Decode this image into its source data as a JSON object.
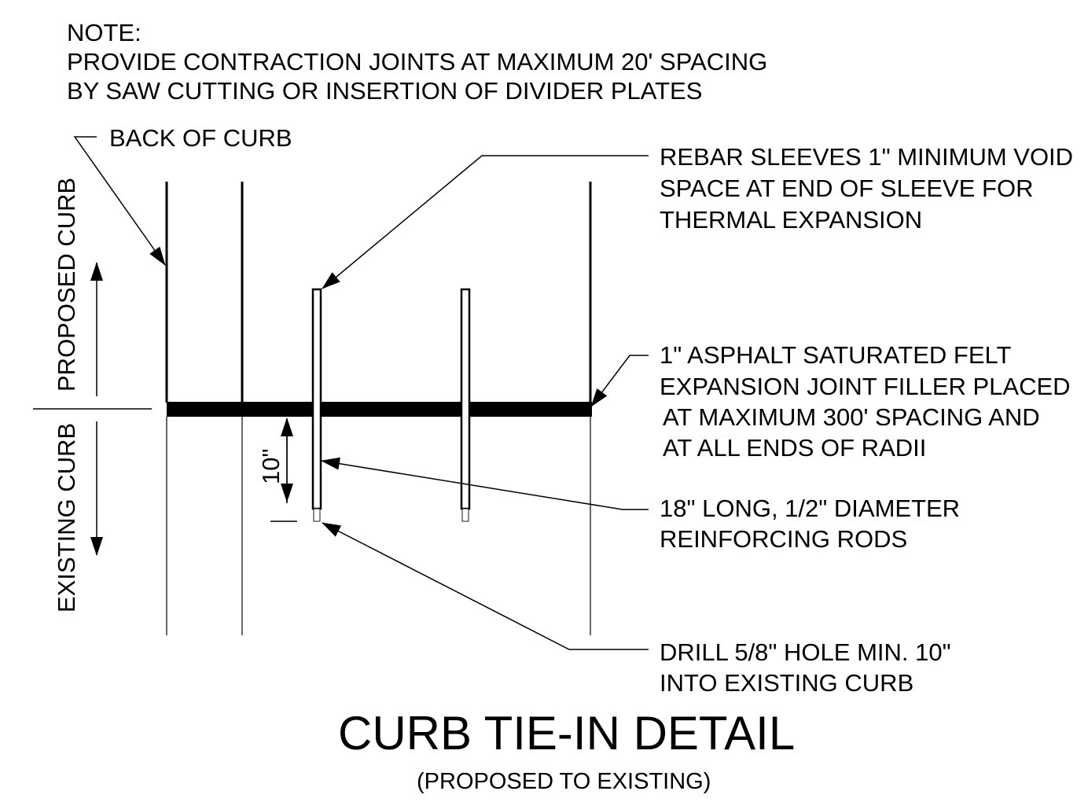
{
  "note": {
    "heading": "NOTE:",
    "line1": "PROVIDE CONTRACTION JOINTS AT MAXIMUM 20' SPACING",
    "line2": "BY SAW CUTTING OR INSERTION OF DIVIDER PLATES"
  },
  "labels": {
    "back_of_curb": "BACK OF CURB",
    "proposed_curb": "PROPOSED CURB",
    "existing_curb": "EXISTING CURB",
    "dimension": "10\""
  },
  "callouts": {
    "rebar_sleeves": {
      "line1": "REBAR SLEEVES 1\" MINIMUM VOID",
      "line2": "SPACE AT END OF SLEEVE FOR",
      "line3": "THERMAL EXPANSION"
    },
    "expansion_joint": {
      "line1": "1\" ASPHALT SATURATED FELT",
      "line2": "EXPANSION JOINT FILLER PLACED",
      "line3": "AT MAXIMUM 300' SPACING AND",
      "line4": "AT ALL ENDS OF RADII"
    },
    "reinforcing_rods": {
      "line1": "18\" LONG, 1/2\" DIAMETER",
      "line2": "REINFORCING RODS"
    },
    "drill_hole": {
      "line1": "DRILL 5/8\" HOLE MIN. 10\"",
      "line2": "INTO EXISTING CURB"
    }
  },
  "title": {
    "main": "CURB TIE-IN DETAIL",
    "sub": "(PROPOSED TO EXISTING)"
  }
}
